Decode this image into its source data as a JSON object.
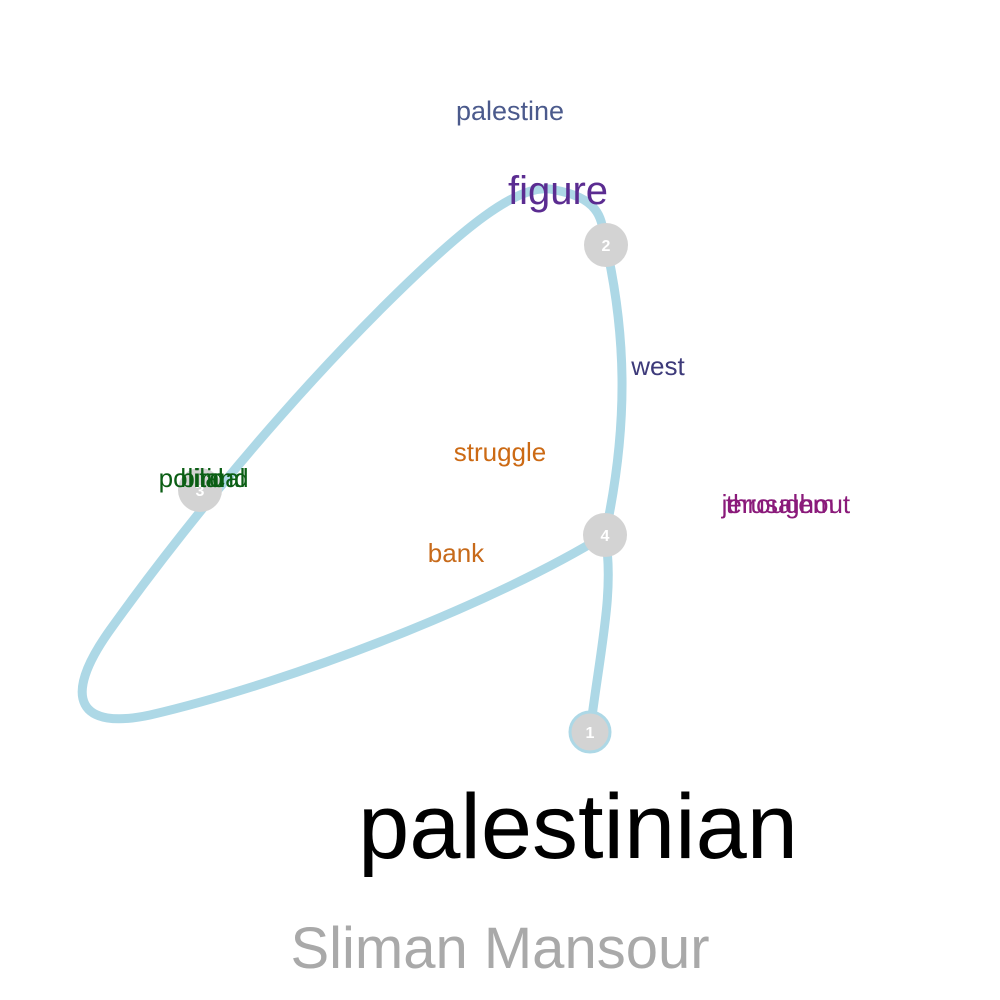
{
  "diagram": {
    "title": "palestinian",
    "caption": "Sliman Mansour",
    "colors": {
      "path": "#add8e6",
      "node_fill": "#d3d3d3",
      "node_label": "#ffffff",
      "title": "#000000",
      "caption": "#a9a9a9"
    },
    "nodes": [
      {
        "id": "1",
        "label": "1"
      },
      {
        "id": "2",
        "label": "2"
      },
      {
        "id": "3",
        "label": "3"
      },
      {
        "id": "4",
        "label": "4"
      }
    ],
    "words": [
      {
        "text": "palestine",
        "color": "#4b5a8c"
      },
      {
        "text": "figure",
        "color": "#5b2c91"
      },
      {
        "text": "west",
        "color": "#3d3a7a"
      },
      {
        "text": "struggle",
        "color": "#cc6a14"
      },
      {
        "text": "bank",
        "color": "#c76a1a"
      },
      {
        "text": "political",
        "color": "#0b5e14"
      },
      {
        "text": "bird",
        "color": "#0b5e14"
      },
      {
        "text": "land",
        "color": "#0b5e14"
      },
      {
        "text": "jerusalem",
        "color": "#8a1a7a"
      },
      {
        "text": "throughout",
        "color": "#8a1a7a"
      }
    ]
  }
}
